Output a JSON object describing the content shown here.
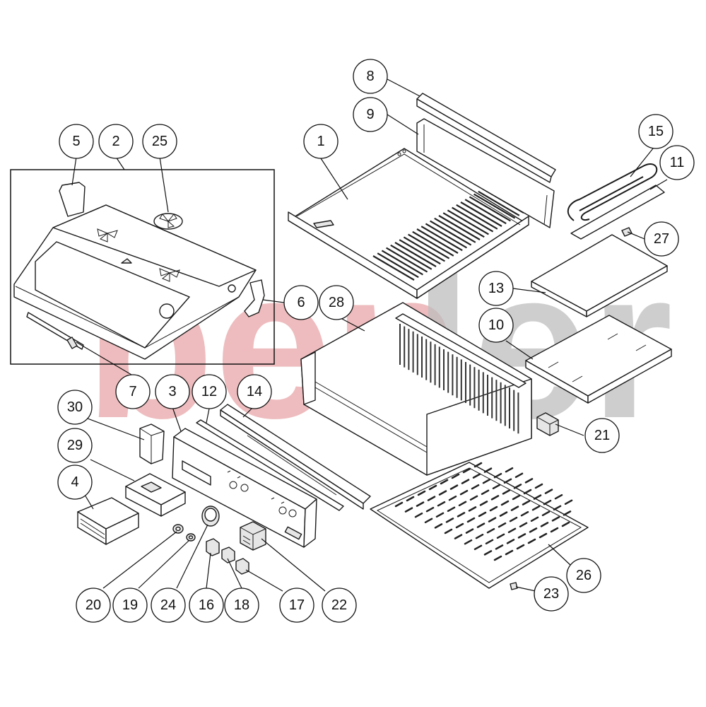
{
  "watermark": {
    "part1": "ben",
    "part2": "ler",
    "color1": "#e8a5a8",
    "color2": "#bdbdbd"
  },
  "callouts": [
    {
      "id": "c1",
      "label": "1"
    },
    {
      "id": "c2",
      "label": "2"
    },
    {
      "id": "c3",
      "label": "3"
    },
    {
      "id": "c4",
      "label": "4"
    },
    {
      "id": "c5",
      "label": "5"
    },
    {
      "id": "c6",
      "label": "6"
    },
    {
      "id": "c7",
      "label": "7"
    },
    {
      "id": "c8",
      "label": "8"
    },
    {
      "id": "c9",
      "label": "9"
    },
    {
      "id": "c10",
      "label": "10"
    },
    {
      "id": "c11",
      "label": "11"
    },
    {
      "id": "c12",
      "label": "12"
    },
    {
      "id": "c13",
      "label": "13"
    },
    {
      "id": "c14",
      "label": "14"
    },
    {
      "id": "c15",
      "label": "15"
    },
    {
      "id": "c16",
      "label": "16"
    },
    {
      "id": "c17",
      "label": "17"
    },
    {
      "id": "c18",
      "label": "18"
    },
    {
      "id": "c19",
      "label": "19"
    },
    {
      "id": "c20",
      "label": "20"
    },
    {
      "id": "c21",
      "label": "21"
    },
    {
      "id": "c22",
      "label": "22"
    },
    {
      "id": "c23",
      "label": "23"
    },
    {
      "id": "c24",
      "label": "24"
    },
    {
      "id": "c25",
      "label": "25"
    },
    {
      "id": "c26",
      "label": "26"
    },
    {
      "id": "c27",
      "label": "27"
    },
    {
      "id": "c28",
      "label": "28"
    },
    {
      "id": "c29",
      "label": "29"
    },
    {
      "id": "c30",
      "label": "30"
    }
  ]
}
